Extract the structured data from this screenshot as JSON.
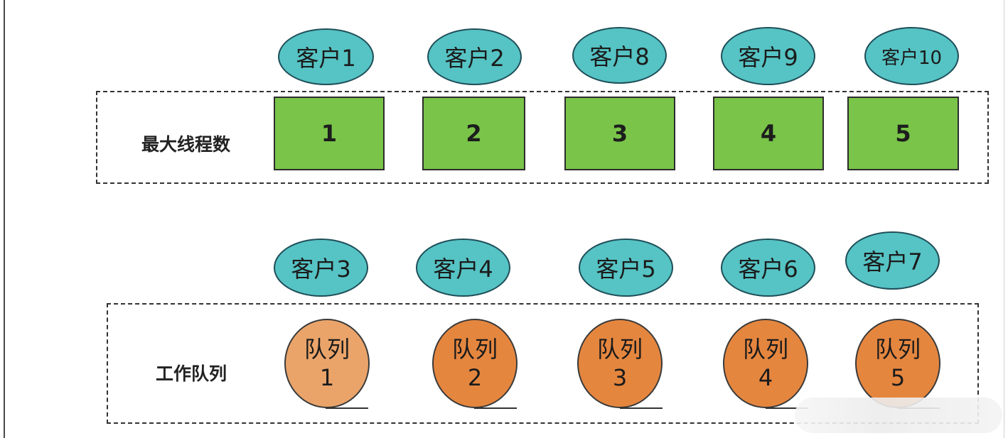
{
  "labels": {
    "max_threads": "最大线程数",
    "work_queue": "工作队列"
  },
  "clients_top": [
    "客户1",
    "客户2",
    "客户8",
    "客户9",
    "客户10"
  ],
  "threads": [
    "1",
    "2",
    "3",
    "4",
    "5"
  ],
  "clients_bottom": [
    "客户3",
    "客户4",
    "客户5",
    "客户6",
    "客户7"
  ],
  "queues": [
    {
      "title": "队列",
      "num": "1"
    },
    {
      "title": "队列",
      "num": "2"
    },
    {
      "title": "队列",
      "num": "3"
    },
    {
      "title": "队列",
      "num": "4"
    },
    {
      "title": "队列",
      "num": "5"
    }
  ],
  "colors": {
    "client_fill": "#56c3c4",
    "thread_fill": "#79c449",
    "queue_fill_first": "#eaa46a",
    "queue_fill": "#e5863f"
  }
}
